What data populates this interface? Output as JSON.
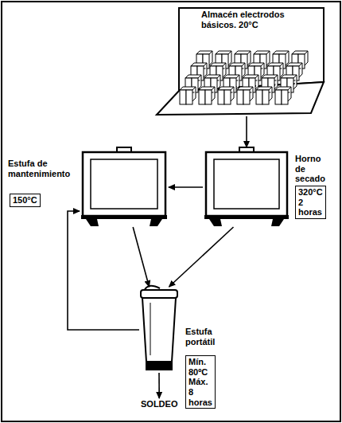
{
  "diagram": {
    "nodes": [
      {
        "text": [
          "Almacén electrodos básicos. 20°C"
        ]
      },
      {
        "text": [
          "Estufa de mantenimiento",
          "150°C"
        ]
      },
      {
        "text": [
          "Horno de secado",
          "320°C 2 horas"
        ]
      },
      {
        "text": [
          "Estufa portátil",
          "Mín. 80ºC Máx. 8 horas"
        ]
      },
      {
        "text": [
          "SOLDEO"
        ]
      }
    ],
    "edges": [
      {
        "from": 0,
        "to": 2,
        "arrow": "to"
      },
      {
        "from": 2,
        "to": 1,
        "arrow": "to"
      },
      {
        "from": 1,
        "to": 3,
        "arrow": "to"
      },
      {
        "from": 2,
        "to": 3,
        "arrow": "to"
      },
      {
        "from": 3,
        "to": 1,
        "arrow": "to"
      },
      {
        "from": 3,
        "to": 4,
        "arrow": "to"
      }
    ]
  }
}
